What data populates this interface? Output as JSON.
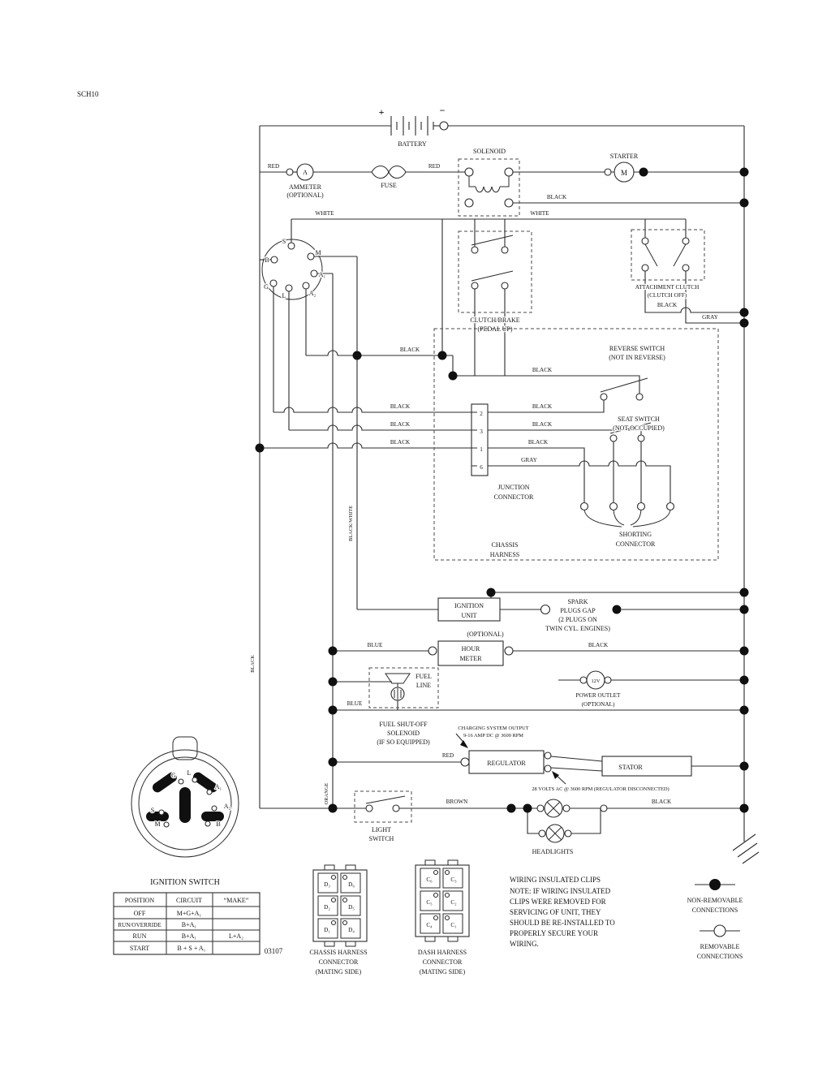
{
  "meta": {
    "sch": "SCH10",
    "doc_number": "03107"
  },
  "wire_colors": {
    "red": "RED",
    "black": "BLACK",
    "white": "WHITE",
    "gray": "GRAY",
    "blue": "BLUE",
    "brown": "BROWN",
    "orange": "ORANGE",
    "black_white": "BLACK/WHITE"
  },
  "components": {
    "battery": {
      "label": "BATTERY",
      "plus": "+",
      "minus": "−"
    },
    "solenoid": "SOLENOID",
    "starter": {
      "label": "STARTER",
      "symbol": "M"
    },
    "ammeter": {
      "label": "AMMETER",
      "note": "(OPTIONAL)",
      "symbol": "A"
    },
    "fuse": "FUSE",
    "clutch_brake": [
      "CLUTCH/BRAKE",
      "(PEDAL UP)"
    ],
    "attachment_clutch": [
      "ATTACHMENT CLUTCH",
      "(CLUTCH OFF)"
    ],
    "reverse_switch": [
      "REVERSE SWITCH",
      "(NOT IN REVERSE)"
    ],
    "seat_switch": [
      "SEAT SWITCH",
      "(NOT OCCUPIED)"
    ],
    "junction_connector": {
      "label": [
        "JUNCTION",
        "CONNECTOR"
      ],
      "pins": [
        "2",
        "3",
        "1",
        "6"
      ]
    },
    "shorting_connector": [
      "SHORTING",
      "CONNECTOR"
    ],
    "chassis_harness": [
      "CHASSIS",
      "HARNESS"
    ],
    "ignition_unit": [
      "IGNITION",
      "UNIT"
    ],
    "spark_plugs": [
      "SPARK",
      "PLUGS GAP",
      "(2 PLUGS ON",
      "TWIN CYL. ENGINES)"
    ],
    "hour_meter": {
      "label": [
        "HOUR",
        "METER"
      ],
      "note": "(OPTIONAL)"
    },
    "fuel_line": [
      "FUEL",
      "LINE"
    ],
    "fuel_shutoff": [
      "FUEL SHUT-OFF",
      "SOLENOID",
      "(IF SO EQUIPPED)"
    ],
    "power_outlet": {
      "symbol": "12V",
      "label": [
        "POWER OUTLET",
        "(OPTIONAL)"
      ]
    },
    "charging_note": [
      "CHARGING SYSTEM OUTPUT",
      "9-16 AMP DC @ 3600 RPM"
    ],
    "regulator": "REGULATOR",
    "stator": "STATOR",
    "volts_note": "28 VOLTS AC @ 3600 RPM (REGULATOR DISCONNECTED)",
    "light_switch": [
      "LIGHT",
      "SWITCH"
    ],
    "headlights": "HEADLIGHTS"
  },
  "ignition_top": {
    "terminals": [
      "S",
      "M",
      "B",
      "A₁",
      "G",
      "L",
      "A₂"
    ]
  },
  "ignition_detail": {
    "title": "IGNITION SWITCH",
    "terminals": [
      "G",
      "L",
      "A₁",
      "A₂",
      "S",
      "M",
      "B"
    ],
    "table": {
      "headers": [
        "POSITION",
        "CIRCUIT",
        "“MAKE”"
      ],
      "rows": [
        [
          "OFF",
          "M+G+A₁",
          ""
        ],
        [
          "RUN/OVERRIDE",
          "B+A₁",
          ""
        ],
        [
          "RUN",
          "B+A₁",
          "L+A₂"
        ],
        [
          "START",
          "B + S + A₁",
          ""
        ]
      ]
    }
  },
  "connectors": {
    "chassis": {
      "label": [
        "CHASSIS HARNESS",
        "CONNECTOR",
        "(MATING SIDE)"
      ],
      "pins": [
        "D₃",
        "D₆",
        "D₂",
        "D₅",
        "D₁",
        "D₄"
      ]
    },
    "dash": {
      "label": [
        "DASH HARNESS",
        "CONNECTOR",
        "(MATING SIDE)"
      ],
      "pins": [
        "C₆",
        "C₃",
        "C₅",
        "C₂",
        "C₄",
        "C₁"
      ]
    }
  },
  "notes": {
    "clips_title": "WIRING INSULATED CLIPS",
    "clips_body": [
      "NOTE:  IF WIRING INSULATED",
      "CLIPS WERE REMOVED FOR",
      "SERVICING OF UNIT, THEY",
      "SHOULD BE RE-INSTALLED TO",
      "PROPERLY SECURE YOUR",
      "WIRING."
    ]
  },
  "legend": {
    "non_removable": [
      "NON-REMOVABLE",
      "CONNECTIONS"
    ],
    "removable": [
      "REMOVABLE",
      "CONNECTIONS"
    ]
  }
}
